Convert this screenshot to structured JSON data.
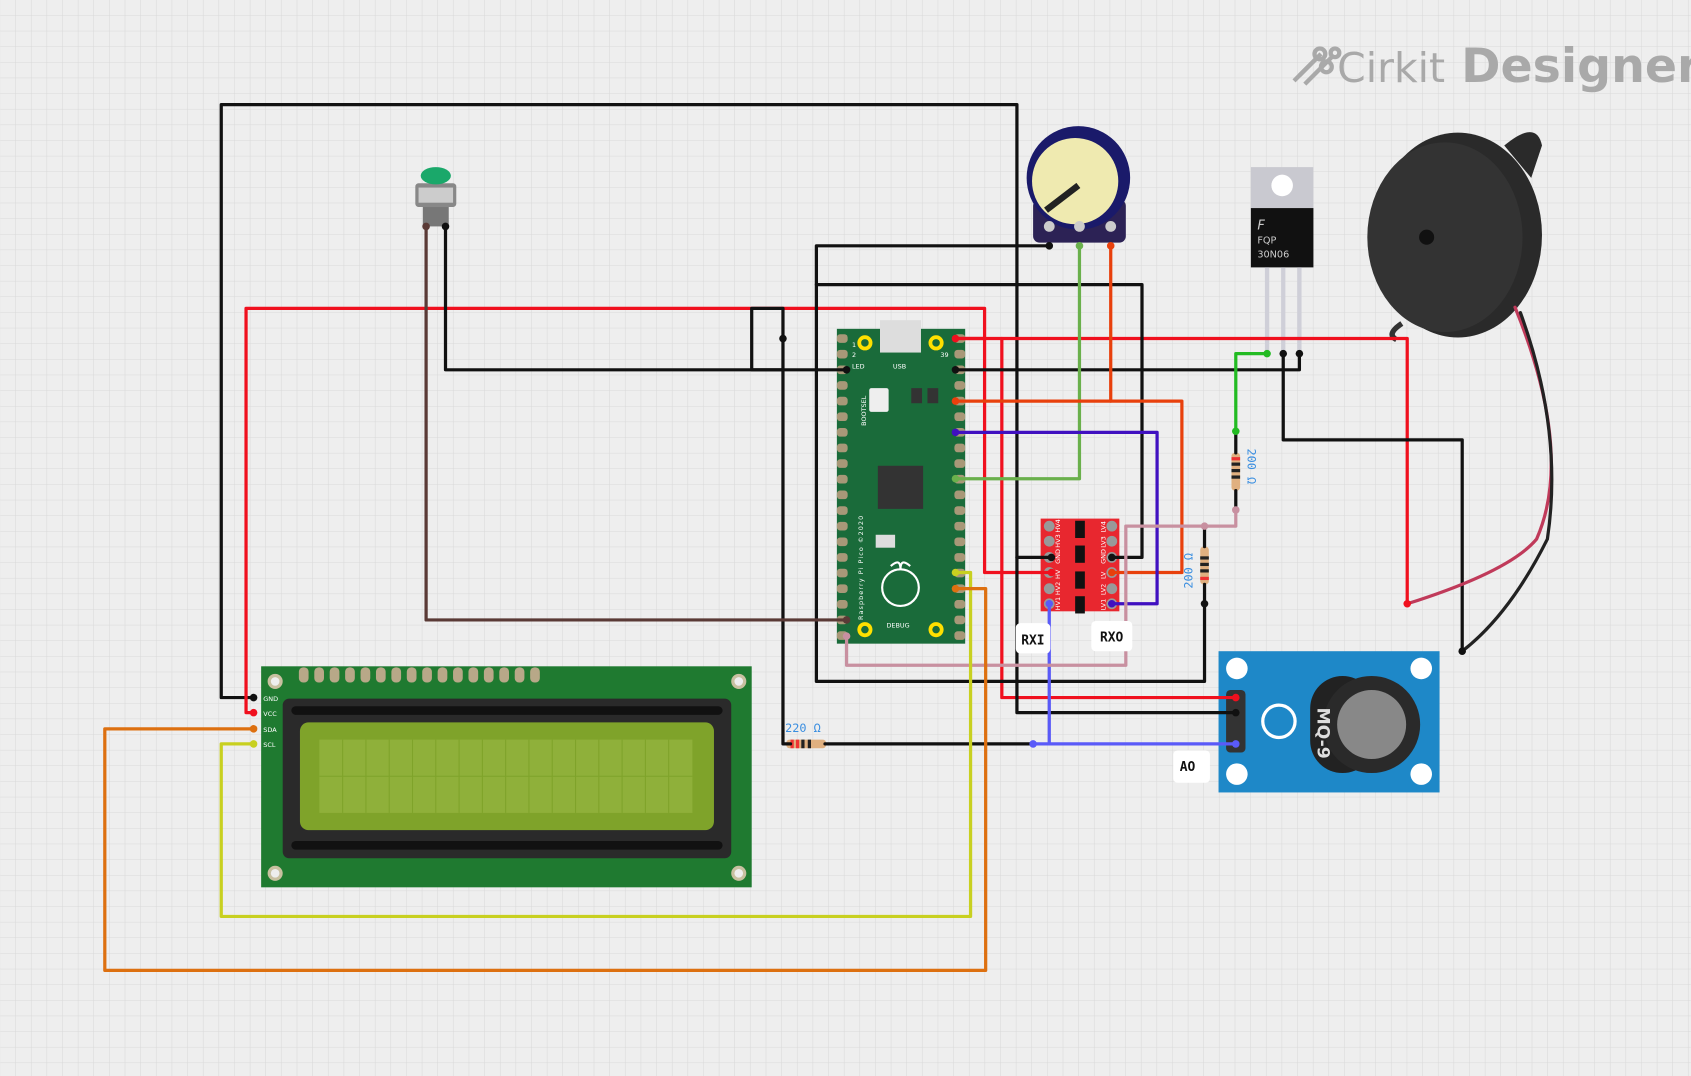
{
  "logo": {
    "brand": "Cirkit",
    "product": "Designer"
  },
  "colors": {
    "grid": "#d9d9d9",
    "background": "#eeeeee",
    "pico_pcb": "#1a6b3a",
    "lcd_pcb": "#1f7a30",
    "lcd_screen": "#8fb03a",
    "mq9_board": "#1e88c8",
    "level_shifter": "#e8272f",
    "resistor_label": "#3a8ee0"
  },
  "components": {
    "pico": {
      "name": "Raspberry Pi Pico ©2020",
      "led": "LED",
      "usb": "USB",
      "bootsel": "BOOTSEL",
      "debug": "DEBUG",
      "pin1": "1",
      "pin2": "2",
      "pin39": "39"
    },
    "lcd": {
      "pins": [
        "GND",
        "VCC",
        "SDA",
        "SCL"
      ]
    },
    "mq9": {
      "label": "MQ-9"
    },
    "mosfet": {
      "brand": "F",
      "line1": "FQP",
      "line2": "30N06"
    },
    "level_shifter": {
      "hv": [
        "HV4",
        "HV3",
        "GND",
        "HV",
        "HV2",
        "HV1"
      ],
      "lv": [
        "LV4",
        "LV3",
        "GND",
        "LV",
        "LV2",
        "LV1"
      ]
    },
    "resistors": [
      {
        "label": "200 Ω"
      },
      {
        "label": "200 Ω"
      },
      {
        "label": "220 Ω"
      }
    ]
  },
  "net_labels": {
    "rxi": "RXI",
    "rxo": "RXO",
    "ao": "AO"
  }
}
